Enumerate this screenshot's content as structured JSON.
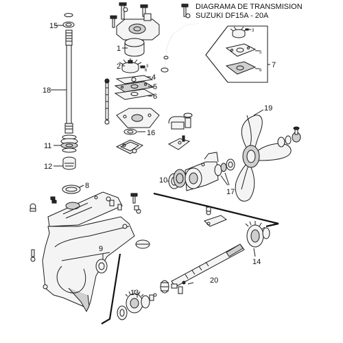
{
  "title_line1": "DIAGRAMA DE TRANSMISION",
  "title_line2": "SUZUKI DF15A - 20A",
  "callouts": {
    "c1": "1",
    "c2": "2",
    "c3": "3",
    "c4": "4",
    "c5": "5",
    "c6": "6",
    "c7": "7",
    "c8": "8",
    "c9": "9",
    "c10": "10",
    "c11": "11",
    "c12": "12",
    "c13": "13",
    "c14": "14",
    "c15": "15",
    "c16": "16",
    "c17": "17",
    "c18": "18",
    "c19": "19",
    "c20": "20"
  },
  "inset_callouts": {
    "c3": "3",
    "c5": "5",
    "c6": "6"
  },
  "colors": {
    "line": "#1a1a1a",
    "part_fill": "#f4f4f4",
    "shade": "#cfcfcf",
    "background": "#ffffff"
  }
}
